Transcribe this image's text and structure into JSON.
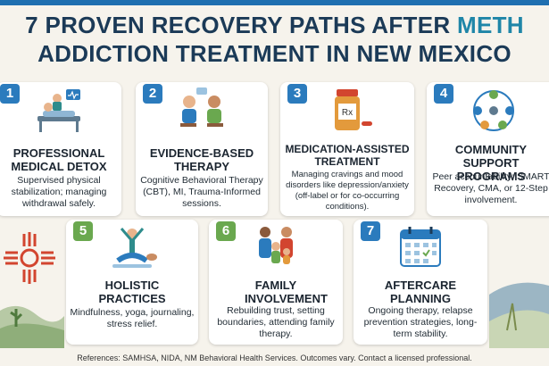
{
  "header": {
    "title_part1": "7 PROVEN RECOVERY PATHS AFTER ",
    "title_part2": "METH",
    "title_line2": "ADDICTION TREATMENT IN NEW MEXICO"
  },
  "paths": [
    {
      "number": "1",
      "title": "Professional Medical Detox",
      "description": "Supervised physical stabilization; managing withdrawal safely.",
      "icon": "hospital-bed-icon"
    },
    {
      "number": "2",
      "title": "Evidence-Based Therapy",
      "description": "Cognitive Behavioral Therapy (CBT), MI, Trauma-Informed sessions.",
      "icon": "therapy-session-icon"
    },
    {
      "number": "3",
      "title": "Medication-Assisted Treatment",
      "description": "Managing cravings and mood disorders like depression/anxiety (off-label or for co-occurring conditions).",
      "icon": "prescription-bottle-icon"
    },
    {
      "number": "4",
      "title": "Community Support Programs",
      "description": "Peer accountability; SMART Recovery, CMA, or 12-Step involvement.",
      "icon": "support-circle-icon"
    },
    {
      "number": "5",
      "title": "Holistic Practices",
      "description": "Mindfulness, yoga, journaling, stress relief.",
      "icon": "yoga-icon"
    },
    {
      "number": "6",
      "title": "Family Involvement",
      "description": "Rebuilding trust, setting boundaries, attending family therapy.",
      "icon": "family-icon"
    },
    {
      "number": "7",
      "title": "Aftercare Planning",
      "description": "Ongoing therapy, relapse prevention strategies, long-term stability.",
      "icon": "calendar-icon"
    }
  ],
  "footer": {
    "references": "References: SAMHSA, NIDA, NM Behavioral Health Services. Outcomes vary. Contact a licensed professional."
  },
  "colors": {
    "title_dark": "#1b3a57",
    "title_accent": "#1f86a8",
    "badge_blue": "#2b7bbd",
    "badge_green": "#6aa84f",
    "background": "#f6f3ec"
  }
}
